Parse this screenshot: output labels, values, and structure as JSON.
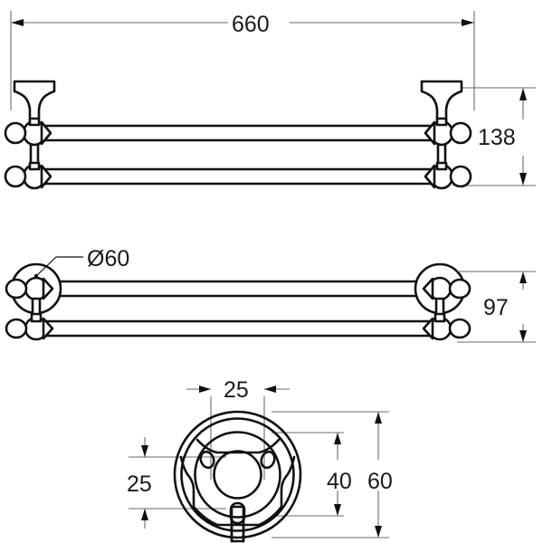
{
  "drawing": {
    "title": "Double towel rail technical drawing",
    "units": "mm",
    "background_color": "#ffffff",
    "line_color": "#111111",
    "dimension_color": "#6a6a6a"
  },
  "views": {
    "front": {
      "name": "front-elevation-view",
      "description": "Double towel rail seen from the front with two parallel rails and two end brackets"
    },
    "top": {
      "name": "top-plan-view",
      "description": "Double towel rail seen from above showing round wall flanges"
    },
    "detail": {
      "name": "flange-detail-view",
      "description": "Circular wall flange detail with mounting holes"
    }
  },
  "dimensions": {
    "overall_length": {
      "value": "660",
      "name": "dimension-overall-length",
      "view": "front",
      "orientation": "horizontal"
    },
    "bracket_height": {
      "value": "138",
      "name": "dimension-bracket-height",
      "view": "front",
      "orientation": "vertical"
    },
    "flange_diameter": {
      "value": "Ø60",
      "name": "dimension-flange-diameter",
      "view": "top",
      "orientation": "leader"
    },
    "rail_spacing": {
      "value": "97",
      "name": "dimension-rail-spacing",
      "view": "top",
      "orientation": "vertical"
    },
    "detail_width_25": {
      "value": "25",
      "name": "dimension-detail-width",
      "view": "detail",
      "orientation": "horizontal"
    },
    "detail_height_25": {
      "value": "25",
      "name": "dimension-detail-offset",
      "view": "detail",
      "orientation": "vertical"
    },
    "detail_bolt_40": {
      "value": "40",
      "name": "dimension-detail-bolt-circle",
      "view": "detail",
      "orientation": "vertical"
    },
    "detail_outer_60": {
      "value": "60",
      "name": "dimension-detail-outer-diameter",
      "view": "detail",
      "orientation": "vertical"
    }
  }
}
